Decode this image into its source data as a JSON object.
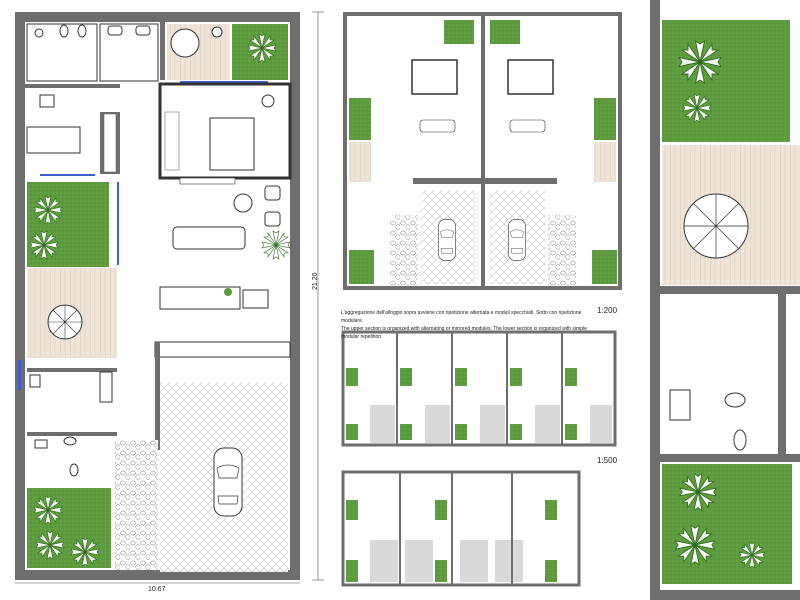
{
  "dimensions": {
    "width": "10.67",
    "height": "21.20"
  },
  "note": {
    "italian": "L'aggregazione dell'alloggio sopra avviene con ripetizione alternata e moduli specchiati. Sotto con ripetizione modulare.",
    "english": "The upper section is organized with alternating or mirrored modules. The lower section is organized with simple modular repetition."
  },
  "scales": {
    "upper": "1:200",
    "lower": "1:500"
  },
  "colors": {
    "wall": "#6e6e6e",
    "garden": "#5e9b3f",
    "deck": "#eadfd2",
    "window": "#3f5fd0",
    "paving": "#d9d9d9"
  }
}
